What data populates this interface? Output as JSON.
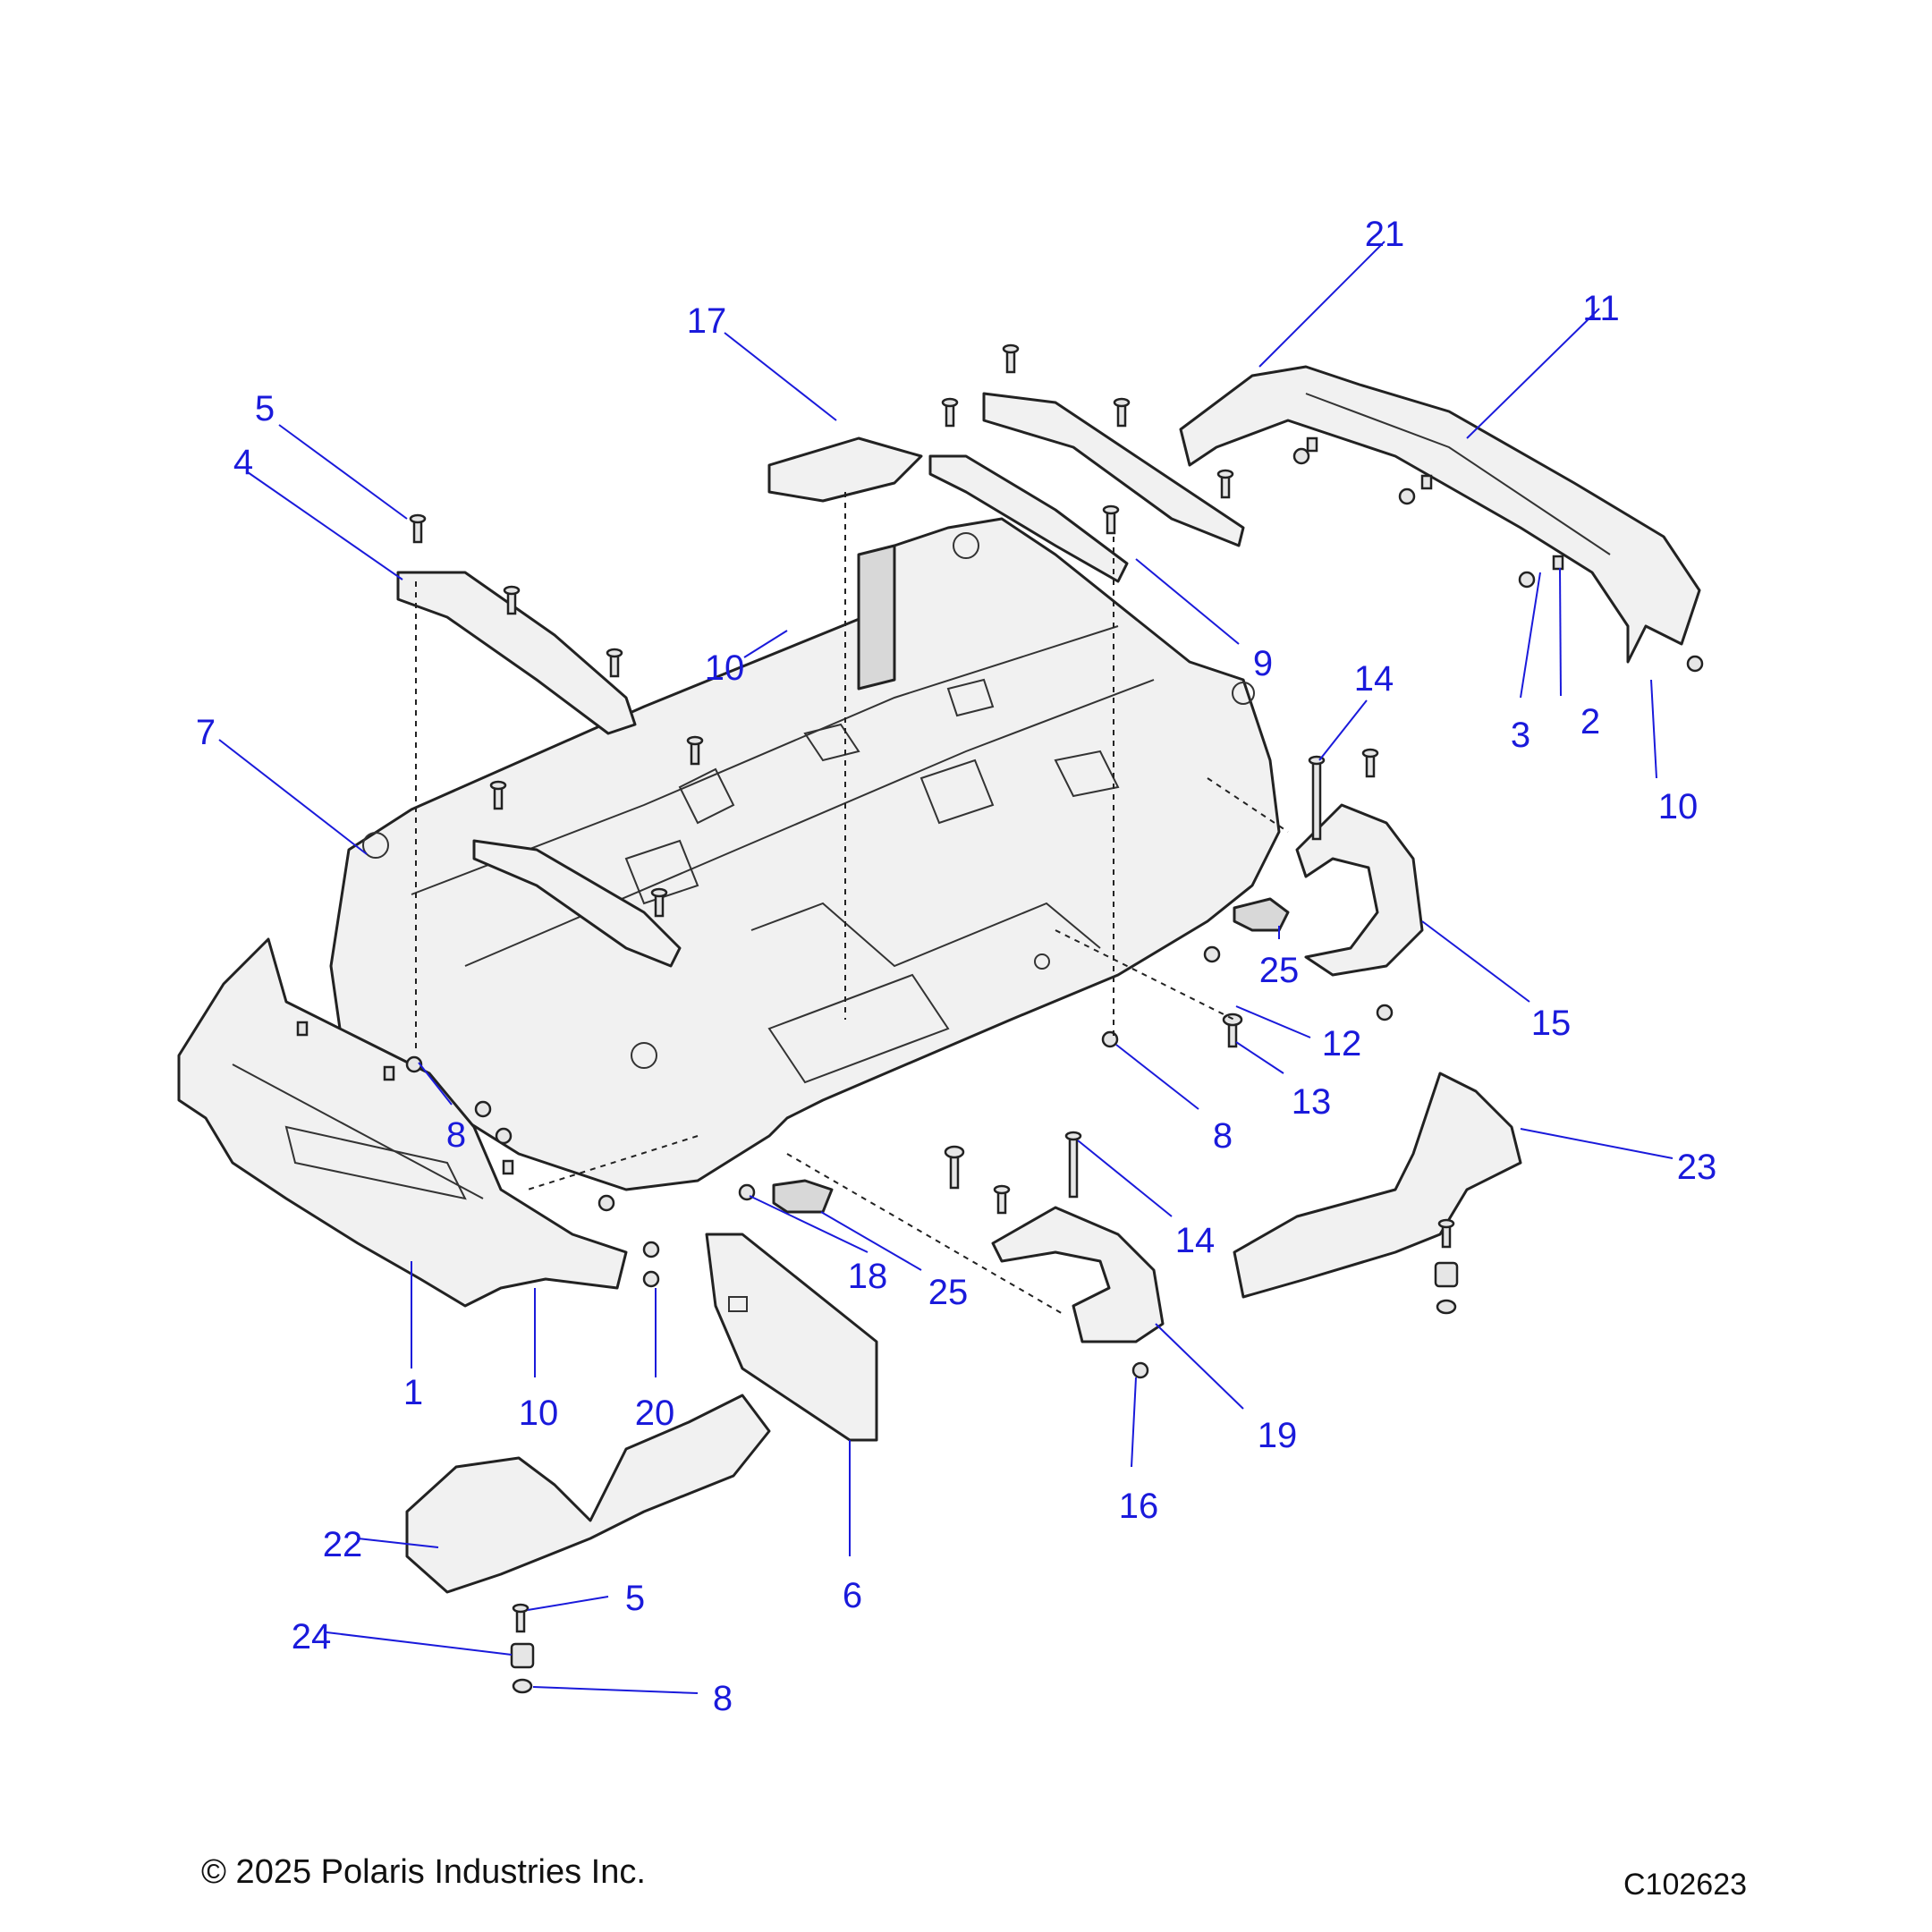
{
  "callouts": [
    "21",
    "11",
    "17",
    "5",
    "4",
    "9",
    "10",
    "3",
    "2",
    "10",
    "14",
    "7",
    "25",
    "15",
    "12",
    "13",
    "8",
    "8",
    "23",
    "14",
    "18",
    "25",
    "1",
    "10",
    "20",
    "19",
    "16",
    "22",
    "6",
    "5",
    "24",
    "8"
  ],
  "footer": {
    "copyright": "© 2025 Polaris Industries Inc.",
    "drawing_id": "C102623"
  },
  "colors": {
    "callout": "#1a1adb",
    "line": "#222222",
    "part_fill": "#f1f1f1"
  }
}
